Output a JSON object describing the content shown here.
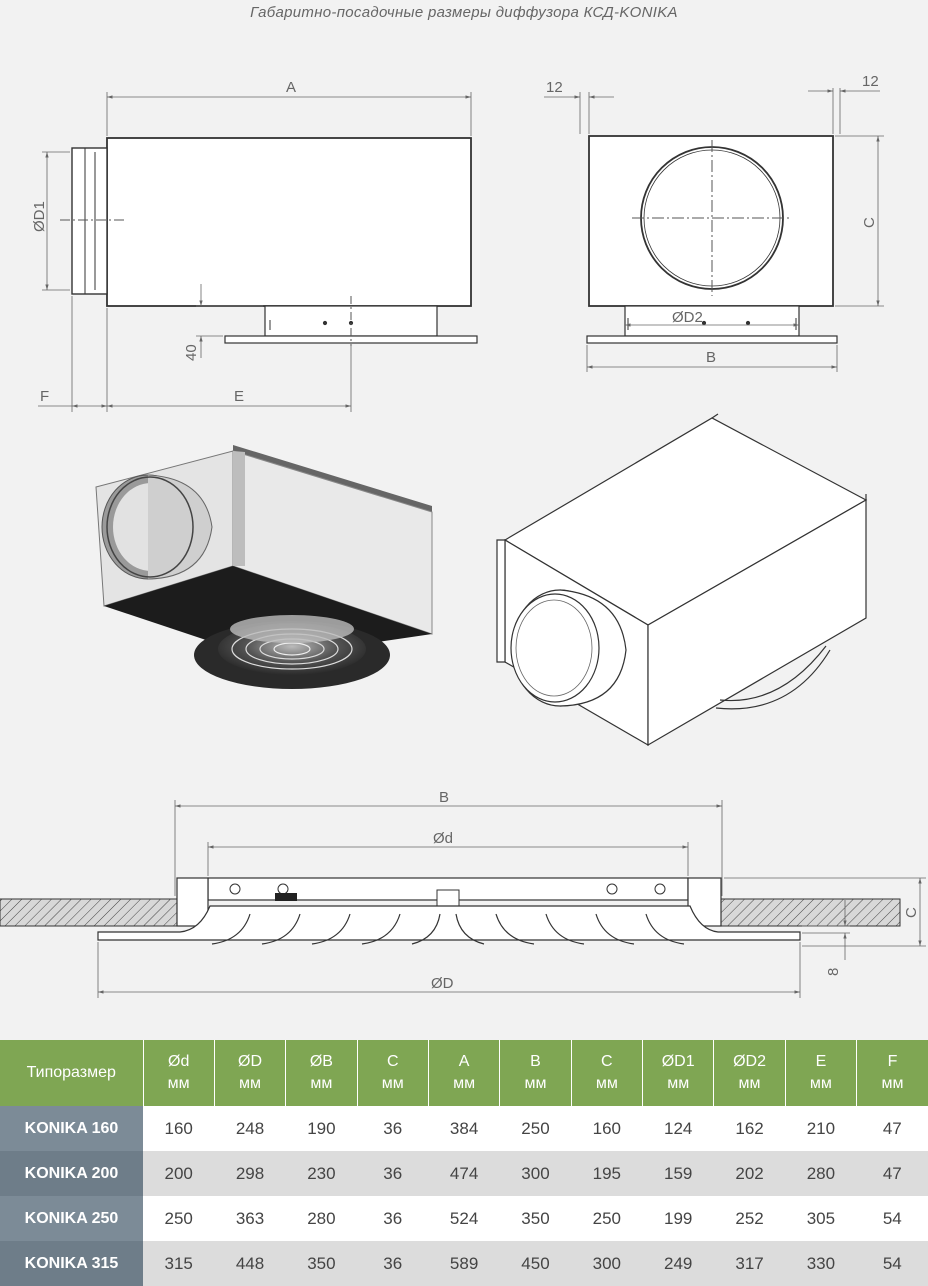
{
  "title": "Габаритно-посадочные размеры диффузора КСД-KONIKA",
  "dimensions": {
    "A": "A",
    "D1": "ØD1",
    "F": "F",
    "E": "E",
    "h40": "40",
    "w12_left": "12",
    "w12_right": "12",
    "C_side": "C",
    "D2": "ØD2",
    "B_side": "B",
    "B_section": "B",
    "d_section": "Ød",
    "D_section": "ØD",
    "C_section": "C",
    "h8": "8"
  },
  "table": {
    "headers": [
      {
        "name": "Типоразмер",
        "unit": ""
      },
      {
        "name": "Ød",
        "unit": "мм"
      },
      {
        "name": "ØD",
        "unit": "мм"
      },
      {
        "name": "ØB",
        "unit": "мм"
      },
      {
        "name": "C",
        "unit": "мм"
      },
      {
        "name": "A",
        "unit": "мм"
      },
      {
        "name": "B",
        "unit": "мм"
      },
      {
        "name": "C",
        "unit": "мм"
      },
      {
        "name": "ØD1",
        "unit": "мм"
      },
      {
        "name": "ØD2",
        "unit": "мм"
      },
      {
        "name": "E",
        "unit": "мм"
      },
      {
        "name": "F",
        "unit": "мм"
      }
    ],
    "rows": [
      {
        "model": "KONIKA 160",
        "values": [
          "160",
          "248",
          "190",
          "36",
          "384",
          "250",
          "160",
          "124",
          "162",
          "210",
          "47"
        ]
      },
      {
        "model": "KONIKA 200",
        "values": [
          "200",
          "298",
          "230",
          "36",
          "474",
          "300",
          "195",
          "159",
          "202",
          "280",
          "47"
        ]
      },
      {
        "model": "KONIKA 250",
        "values": [
          "250",
          "363",
          "280",
          "36",
          "524",
          "350",
          "250",
          "199",
          "252",
          "305",
          "54"
        ]
      },
      {
        "model": "KONIKA 315",
        "values": [
          "315",
          "448",
          "350",
          "36",
          "589",
          "450",
          "300",
          "249",
          "317",
          "330",
          "54"
        ]
      }
    ]
  },
  "colors": {
    "header_green": "#7fa653",
    "model_gray": "#7c8a96",
    "line": "#333333",
    "dim_line": "#666666"
  }
}
